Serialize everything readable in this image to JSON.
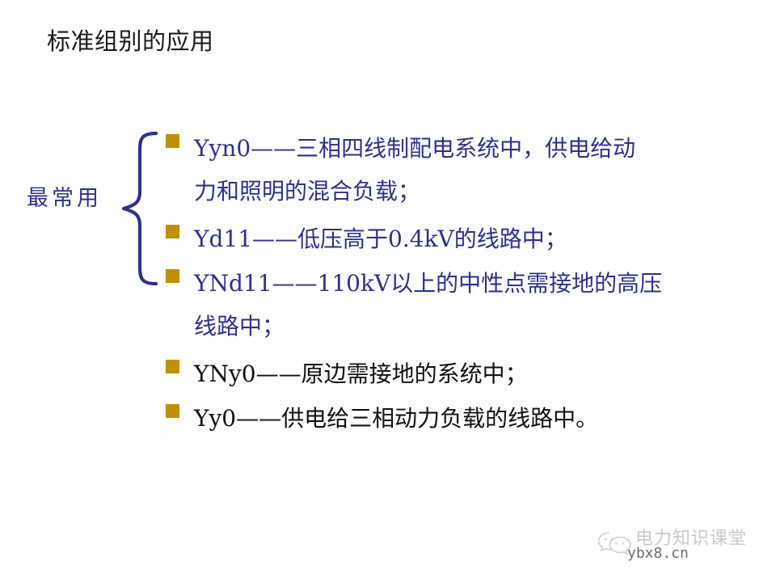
{
  "slide": {
    "title": "标准组别的应用",
    "background_color": "#ffffff",
    "title_color": "#1a1a1a",
    "accent_blue": "#2e3192",
    "bullet_marker_color": "#bf9000"
  },
  "group": {
    "label": "最常用",
    "brace_icon": "curly-brace-left-icon",
    "spans_items": 3
  },
  "bullets": [
    {
      "marker": "square-bullet-icon",
      "text": "Yyn0——三相四线制配电系统中，供电给动\n力和照明的混合负载；",
      "color": "#2e3192"
    },
    {
      "marker": "square-bullet-icon",
      "text": "Yd11——低压高于0.4kV的线路中；",
      "color": "#2e3192"
    },
    {
      "marker": "square-bullet-icon",
      "text": "YNd11——110kV以上的中性点需接地的高压\n线路中；",
      "color": "#2e3192"
    },
    {
      "marker": "square-bullet-icon",
      "text": "YNy0——原边需接地的系统中；",
      "color": "#111111"
    },
    {
      "marker": "square-bullet-icon",
      "text": "Yy0——供电给三相动力负载的线路中。",
      "color": "#111111"
    }
  ],
  "watermark": {
    "logo_icon": "wechat-logo-icon",
    "title": "电力知识课堂",
    "url": "ybx8.cn",
    "title_color": "#c9c9c9",
    "url_color": "#6d6d6d"
  }
}
